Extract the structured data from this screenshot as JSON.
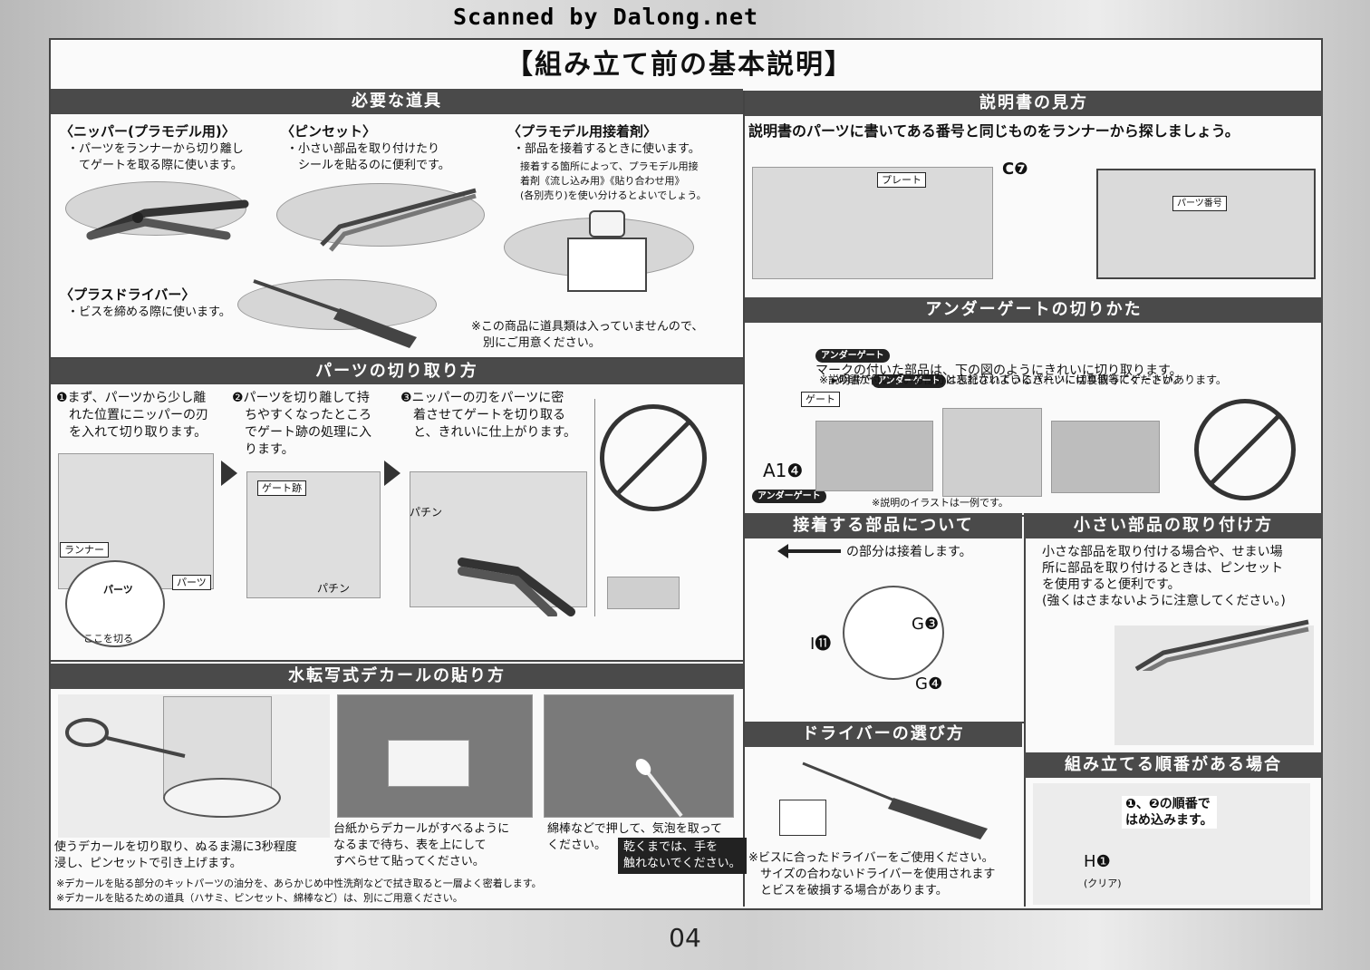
{
  "watermark": "Scanned by Dalong.net",
  "title": "【組み立て前の基本説明】",
  "page_number": "04",
  "tools": {
    "header": "必要な道具",
    "nipper_title": "〈ニッパー(プラモデル用)〉",
    "nipper_desc": "・パーツをランナーから切り離し\n　てゲートを取る際に使います。",
    "tweezers_title": "〈ピンセット〉",
    "tweezers_desc": "・小さい部品を取り付けたり\n　シールを貼るのに便利です。",
    "glue_title": "〈プラモデル用接着剤〉",
    "glue_desc": "・部品を接着するときに使います。",
    "glue_note": "接着する箇所によって、プラモデル用接\n着剤《流し込み用》《貼り合わせ用》\n(各別売り)を使い分けるとよいでしょう。",
    "driver_title": "〈プラスドライバー〉",
    "driver_desc": "・ビスを締める際に使います。",
    "note": "※この商品に道具類は入っていませんので、\n　別にご用意ください。"
  },
  "cutting": {
    "header": "パーツの切り取り方",
    "step1": "❶まず、パーツから少し離\n　れた位置にニッパーの刃\n　を入れて切り取ります。",
    "step2": "❷パーツを切り離して持\n　ちやすくなったところ\n　でゲート跡の処理に入\n　ります。",
    "step3": "❸ニッパーの刃をパーツに密\n　着させてゲートを切り取る\n　と、きれいに仕上がります。",
    "label_runner": "ランナー",
    "label_parts": "パーツ",
    "label_gate_mark": "ゲート跡",
    "label_cut_here": "ここを切る",
    "label_parts_small": "パーツ",
    "sfx_1": "パチン",
    "sfx_2": "パチン"
  },
  "manual": {
    "header": "説明書の見方",
    "desc": "説明書のパーツに書いてある番号と同じものをランナーから探しましょう。",
    "label_plate": "プレート",
    "label_part_number": "パーツ番号",
    "label_c7": "C❼"
  },
  "undergate": {
    "header": "アンダーゲートの切りかた",
    "pill": "アンダーゲート",
    "line1": "マークの付いた部品は、下の図のようにきれいに切り取ります。",
    "note1": "※説明書で",
    "note1b": "と表記されているパーツには裏側等にゲートがあります。",
    "note2": "▸の印が付いている部分は忘れないようにきれいに切り取ってください。",
    "label_gate": "ゲート",
    "label_a1": "A1❹",
    "illus_note": "※説明のイラストは一例です。"
  },
  "glue_parts": {
    "header": "接着する部品について",
    "desc": "の部分は接着します。",
    "label_g": "G❸",
    "label_i": "I⓫",
    "label_g4": "G❹"
  },
  "small_parts": {
    "header": "小さい部品の取り付け方",
    "desc": "小さな部品を取り付ける場合や、せまい場\n所に部品を取り付けるときは、ピンセット\nを使用すると便利です。\n(強くはさまないように注意してください。)"
  },
  "decal": {
    "header": "水転写式デカールの貼り方",
    "step1": "使うデカールを切り取り、ぬるま湯に3秒程度\n浸し、ピンセットで引き上げます。",
    "step2": "台紙からデカールがすべるように\nなるまで待ち、表を上にして\nすべらせて貼ってください。",
    "step3a": "綿棒などで押して、気泡を取って\nください。",
    "step3b": "乾くまでは、手を\n触れないでください。",
    "note1": "※デカールを貼る部分のキットパーツの油分を、あらかじめ中性洗剤などで拭き取ると一層よく密着します。",
    "note2": "※デカールを貼るための道具（ハサミ、ピンセット、綿棒など）は、別にご用意ください。"
  },
  "driver": {
    "header": "ドライバーの選び方",
    "note": "※ビスに合ったドライバーをご使用ください。\n　サイズの合わないドライバーを使用されます\n　とビスを破損する場合があります。"
  },
  "order": {
    "header": "組み立てる順番がある場合",
    "desc": "❶、❷の順番で\nはめ込みます。",
    "label_h": "H❶",
    "label_clear": "(クリア)"
  },
  "colors": {
    "header_bg": "#4a4a4a",
    "paper": "#fafafa",
    "panel": "#e2e2e2"
  }
}
